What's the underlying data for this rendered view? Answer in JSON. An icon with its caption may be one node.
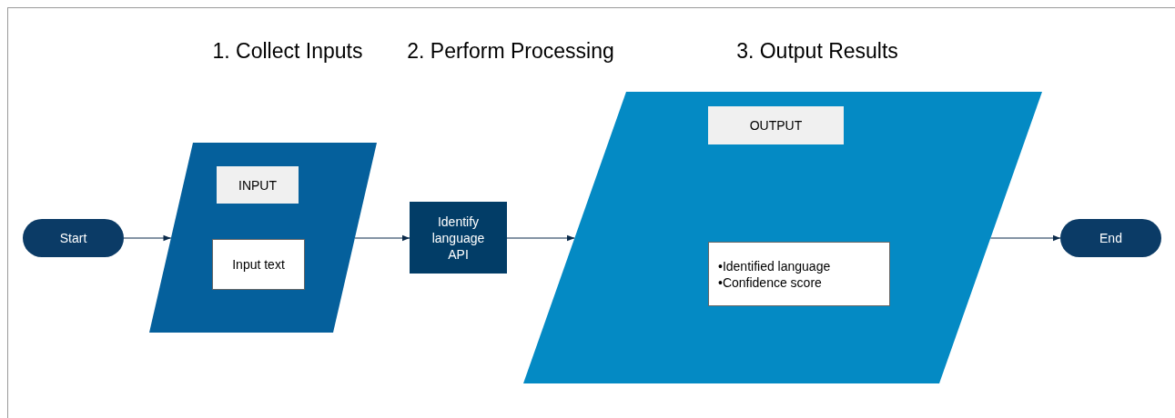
{
  "diagram": {
    "nodes": [
      {
        "text": [
          "Start"
        ]
      },
      {
        "text": [],
        "shape": "parallelogram"
      },
      {
        "text": [
          "INPUT"
        ],
        "in": 1
      },
      {
        "text": [
          "Input text"
        ],
        "in": 1
      },
      {
        "text": [
          "Identify language API"
        ]
      },
      {
        "text": [],
        "shape": "parallelogram"
      },
      {
        "text": [
          "OUTPUT"
        ],
        "in": 5
      },
      {
        "text": [
          "•Identified language",
          "•Confidence score"
        ],
        "in": 5
      },
      {
        "text": [
          "End"
        ]
      }
    ],
    "edges": [
      {
        "from": 0,
        "to": 1,
        "arrow": "to"
      },
      {
        "from": 1,
        "to": 4,
        "arrow": "to"
      },
      {
        "from": 4,
        "to": 5,
        "arrow": "to"
      },
      {
        "from": 5,
        "to": 8,
        "arrow": "to"
      }
    ],
    "labels": [
      "1. Collect Inputs",
      "2. Perform Processing",
      "3. Output Results"
    ]
  }
}
